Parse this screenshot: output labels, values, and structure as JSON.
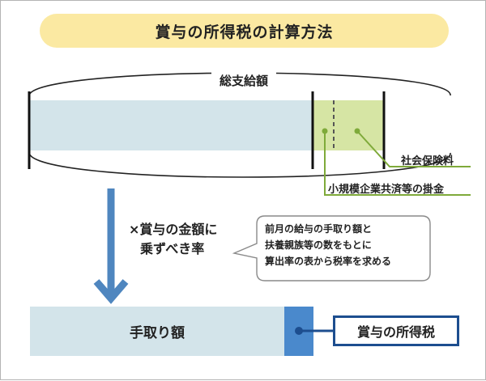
{
  "title": "賞与の所得税の計算方法",
  "gross_label": "総支給額",
  "deduction_labels": {
    "social_insurance": "社会保険料",
    "mutual_aid": "小規模企業共済等の掛金"
  },
  "multiply_label": {
    "line1": "×賞与の金額に",
    "line2": "乗ずべき率"
  },
  "note_lines": [
    "前月の給与の手取り額と",
    "扶養親族等の数をもとに",
    "算出率の表から税率を求める"
  ],
  "net_label": "手取り額",
  "tax_label": "賞与の所得税",
  "colors": {
    "title_bg": "#fbe9a2",
    "gross_bar": "#d3e4ea",
    "deduction_bar": "#d6e5a4",
    "deduction_line": "#7faa3a",
    "arrow": "#4f86bf",
    "tax_segment": "#4a89cc",
    "tax_box_border": "#1d4e8f"
  }
}
